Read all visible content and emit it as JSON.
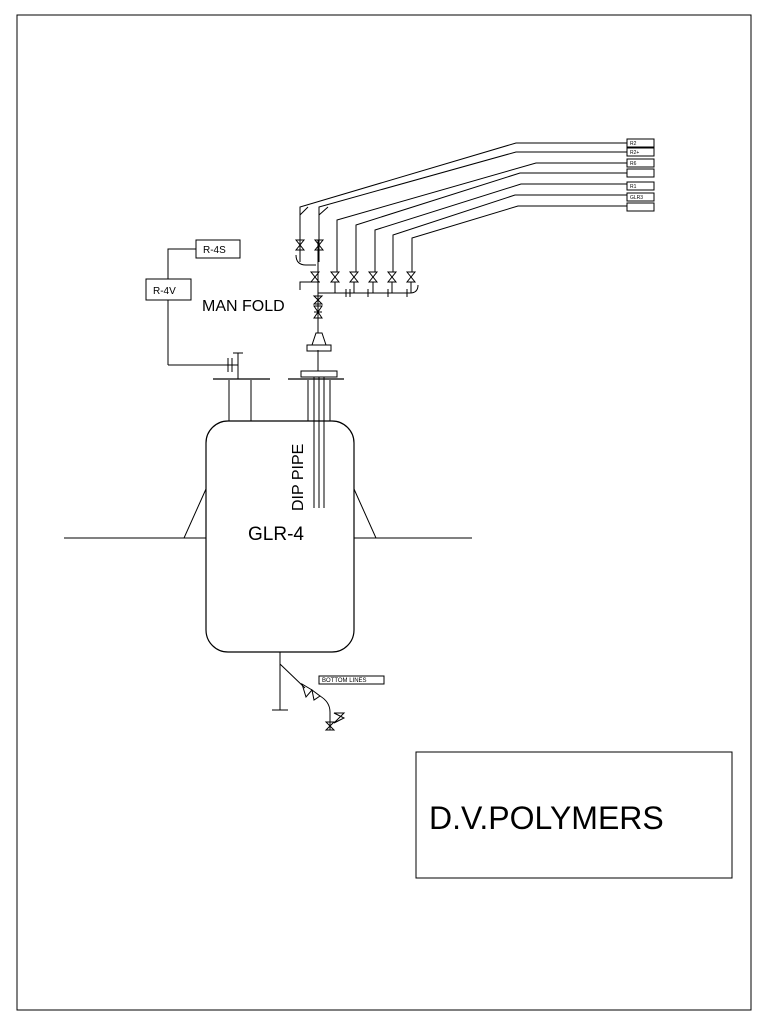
{
  "vessel": {
    "name": "GLR-4",
    "dip_pipe_label": "DIP PIPE"
  },
  "manifold": {
    "label": "MAN FOLD"
  },
  "vent_lines": {
    "upper_box": "R-4S",
    "lower_box": "R-4V"
  },
  "destinations": [
    "R2",
    "R2+",
    "R6",
    "",
    "R1",
    "GLR3",
    ""
  ],
  "bottom": {
    "label": "BOTTOM LINES"
  },
  "title_block": {
    "company": "D.V.POLYMERS"
  }
}
